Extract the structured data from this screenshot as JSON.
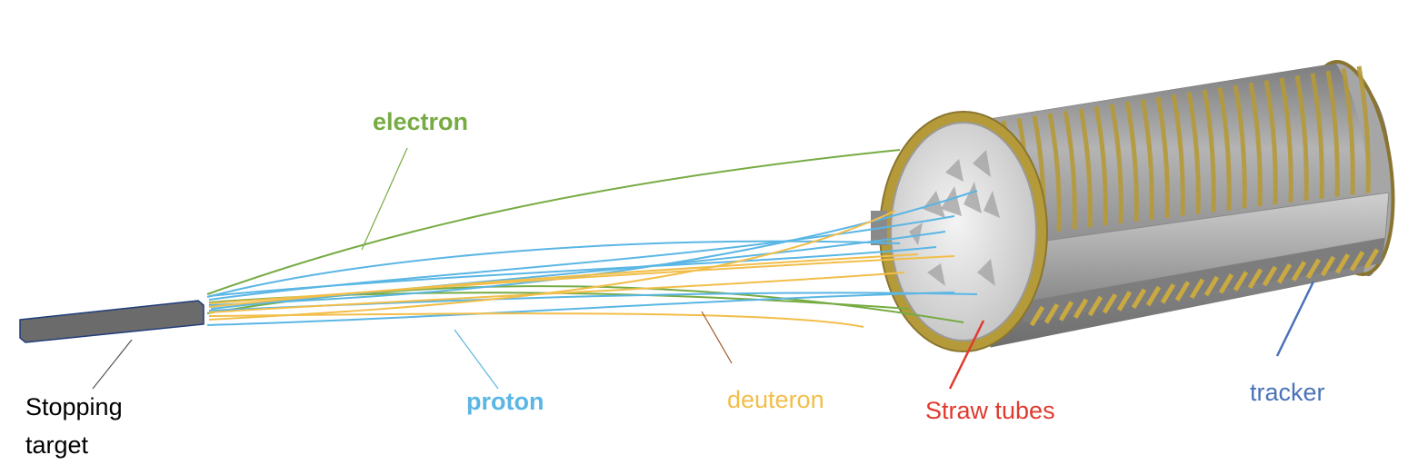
{
  "labels": {
    "electron": "electron",
    "stopping_target_line1": "Stopping",
    "stopping_target_line2": "target",
    "proton": "proton",
    "deuteron": "deuteron",
    "straw_tubes": "Straw tubes",
    "tracker": "tracker"
  },
  "colors": {
    "electron": "#77ab43",
    "proton": "#5ab6e4",
    "deuteron": "#f2be4a",
    "straw_tubes": "#e03a2e",
    "tracker": "#4a72b8",
    "target_label": "#000000",
    "target_body": "#6b6b6b",
    "ring": "#b59a3a",
    "cylinder": "#9a9a9a"
  },
  "icons": {
    "target": "gray-slab-icon",
    "tracker": "ribbed-cylinder-icon"
  }
}
